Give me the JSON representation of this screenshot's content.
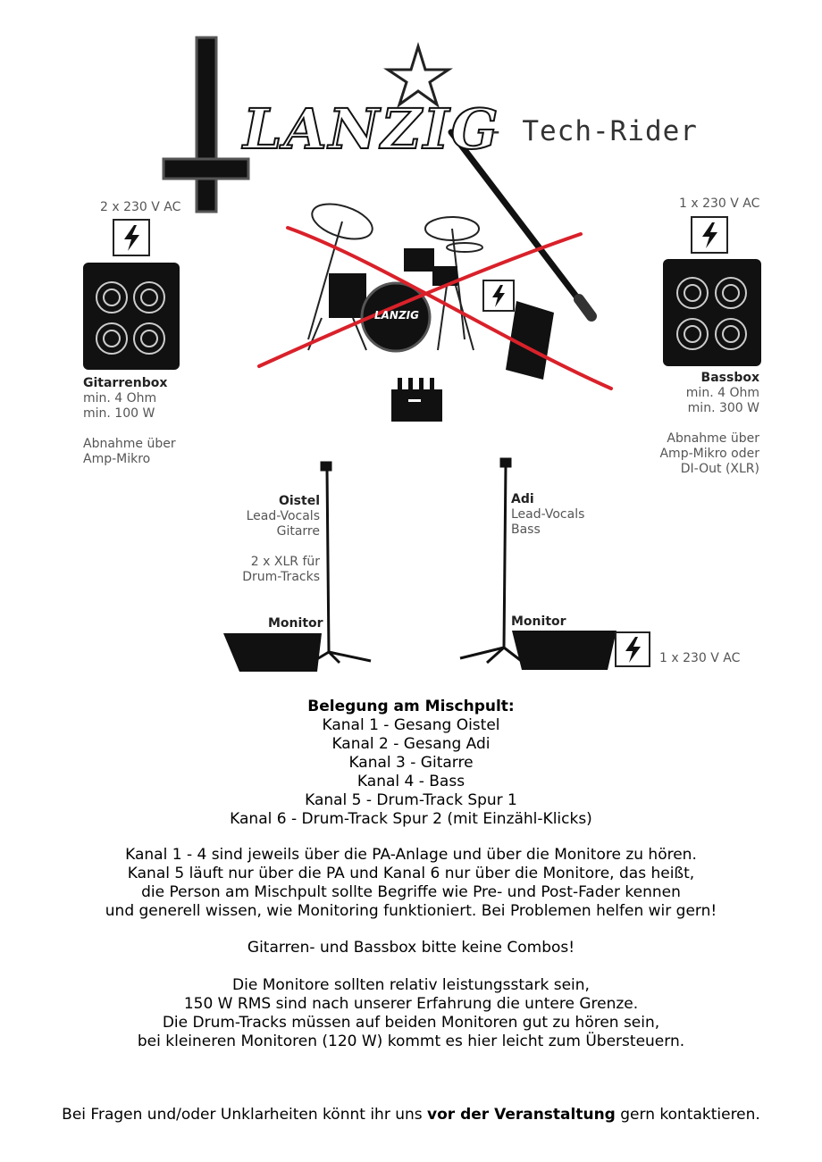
{
  "header": {
    "band_logo": "LANZIG",
    "title": "- Tech-Rider"
  },
  "guitar": {
    "power": "2 x 230 V AC",
    "name": "Gitarrenbox",
    "spec1": "min. 4 Ohm",
    "spec2": "min. 100 W",
    "pickup1": "Abnahme über",
    "pickup2": "Amp-Mikro"
  },
  "bass": {
    "power": "1 x 230 V AC",
    "name": "Bassbox",
    "spec1": "min. 4 Ohm",
    "spec2": "min. 300 W",
    "pickup1": "Abnahme über",
    "pickup2": "Amp-Mikro oder",
    "pickup3": "DI-Out (XLR)"
  },
  "drum_logo": "LANZIG",
  "oistel": {
    "name": "Oistel",
    "role1": "Lead-Vocals",
    "role2": "Gitarre",
    "xlr1": "2 x XLR für",
    "xlr2": "Drum-Tracks",
    "monitor": "Monitor"
  },
  "adi": {
    "name": "Adi",
    "role1": "Lead-Vocals",
    "role2": "Bass",
    "monitor": "Monitor"
  },
  "monitor_power": "1 x 230 V AC",
  "mixer": {
    "heading": "Belegung am Mischpult:",
    "channels": [
      "Kanal 1 - Gesang Oistel",
      "Kanal 2 - Gesang Adi",
      "Kanal 3 - Gitarre",
      "Kanal 4 - Bass",
      "Kanal 5 - Drum-Track Spur 1",
      "Kanal 6 - Drum-Track Spur 2 (mit Einzähl-Klicks)"
    ]
  },
  "notes": {
    "p1": [
      "Kanal 1 - 4 sind jeweils über die PA-Anlage und über die Monitore zu hören.",
      "Kanal 5 läuft nur über die PA und Kanal 6 nur über die Monitore, das heißt,",
      "die Person am Mischpult sollte Begriffe wie Pre- und Post-Fader kennen",
      "und generell wissen, wie Monitoring funktioniert. Bei Problemen helfen wir gern!"
    ],
    "p2": "Gitarren- und Bassbox bitte keine Combos!",
    "p3": [
      "Die Monitore sollten relativ leistungsstark sein,",
      "150 W RMS sind nach unserer Erfahrung die untere Grenze.",
      "Die Drum-Tracks müssen auf beiden Monitoren gut zu hören sein,",
      "bei kleineren Monitoren (120 W) kommt es hier leicht zum Übersteuern."
    ]
  },
  "footer": {
    "before": "Bei Fragen und/oder Unklarheiten könnt ihr uns ",
    "bold": "vor der Veranstaltung",
    "after": " gern kontaktieren."
  }
}
